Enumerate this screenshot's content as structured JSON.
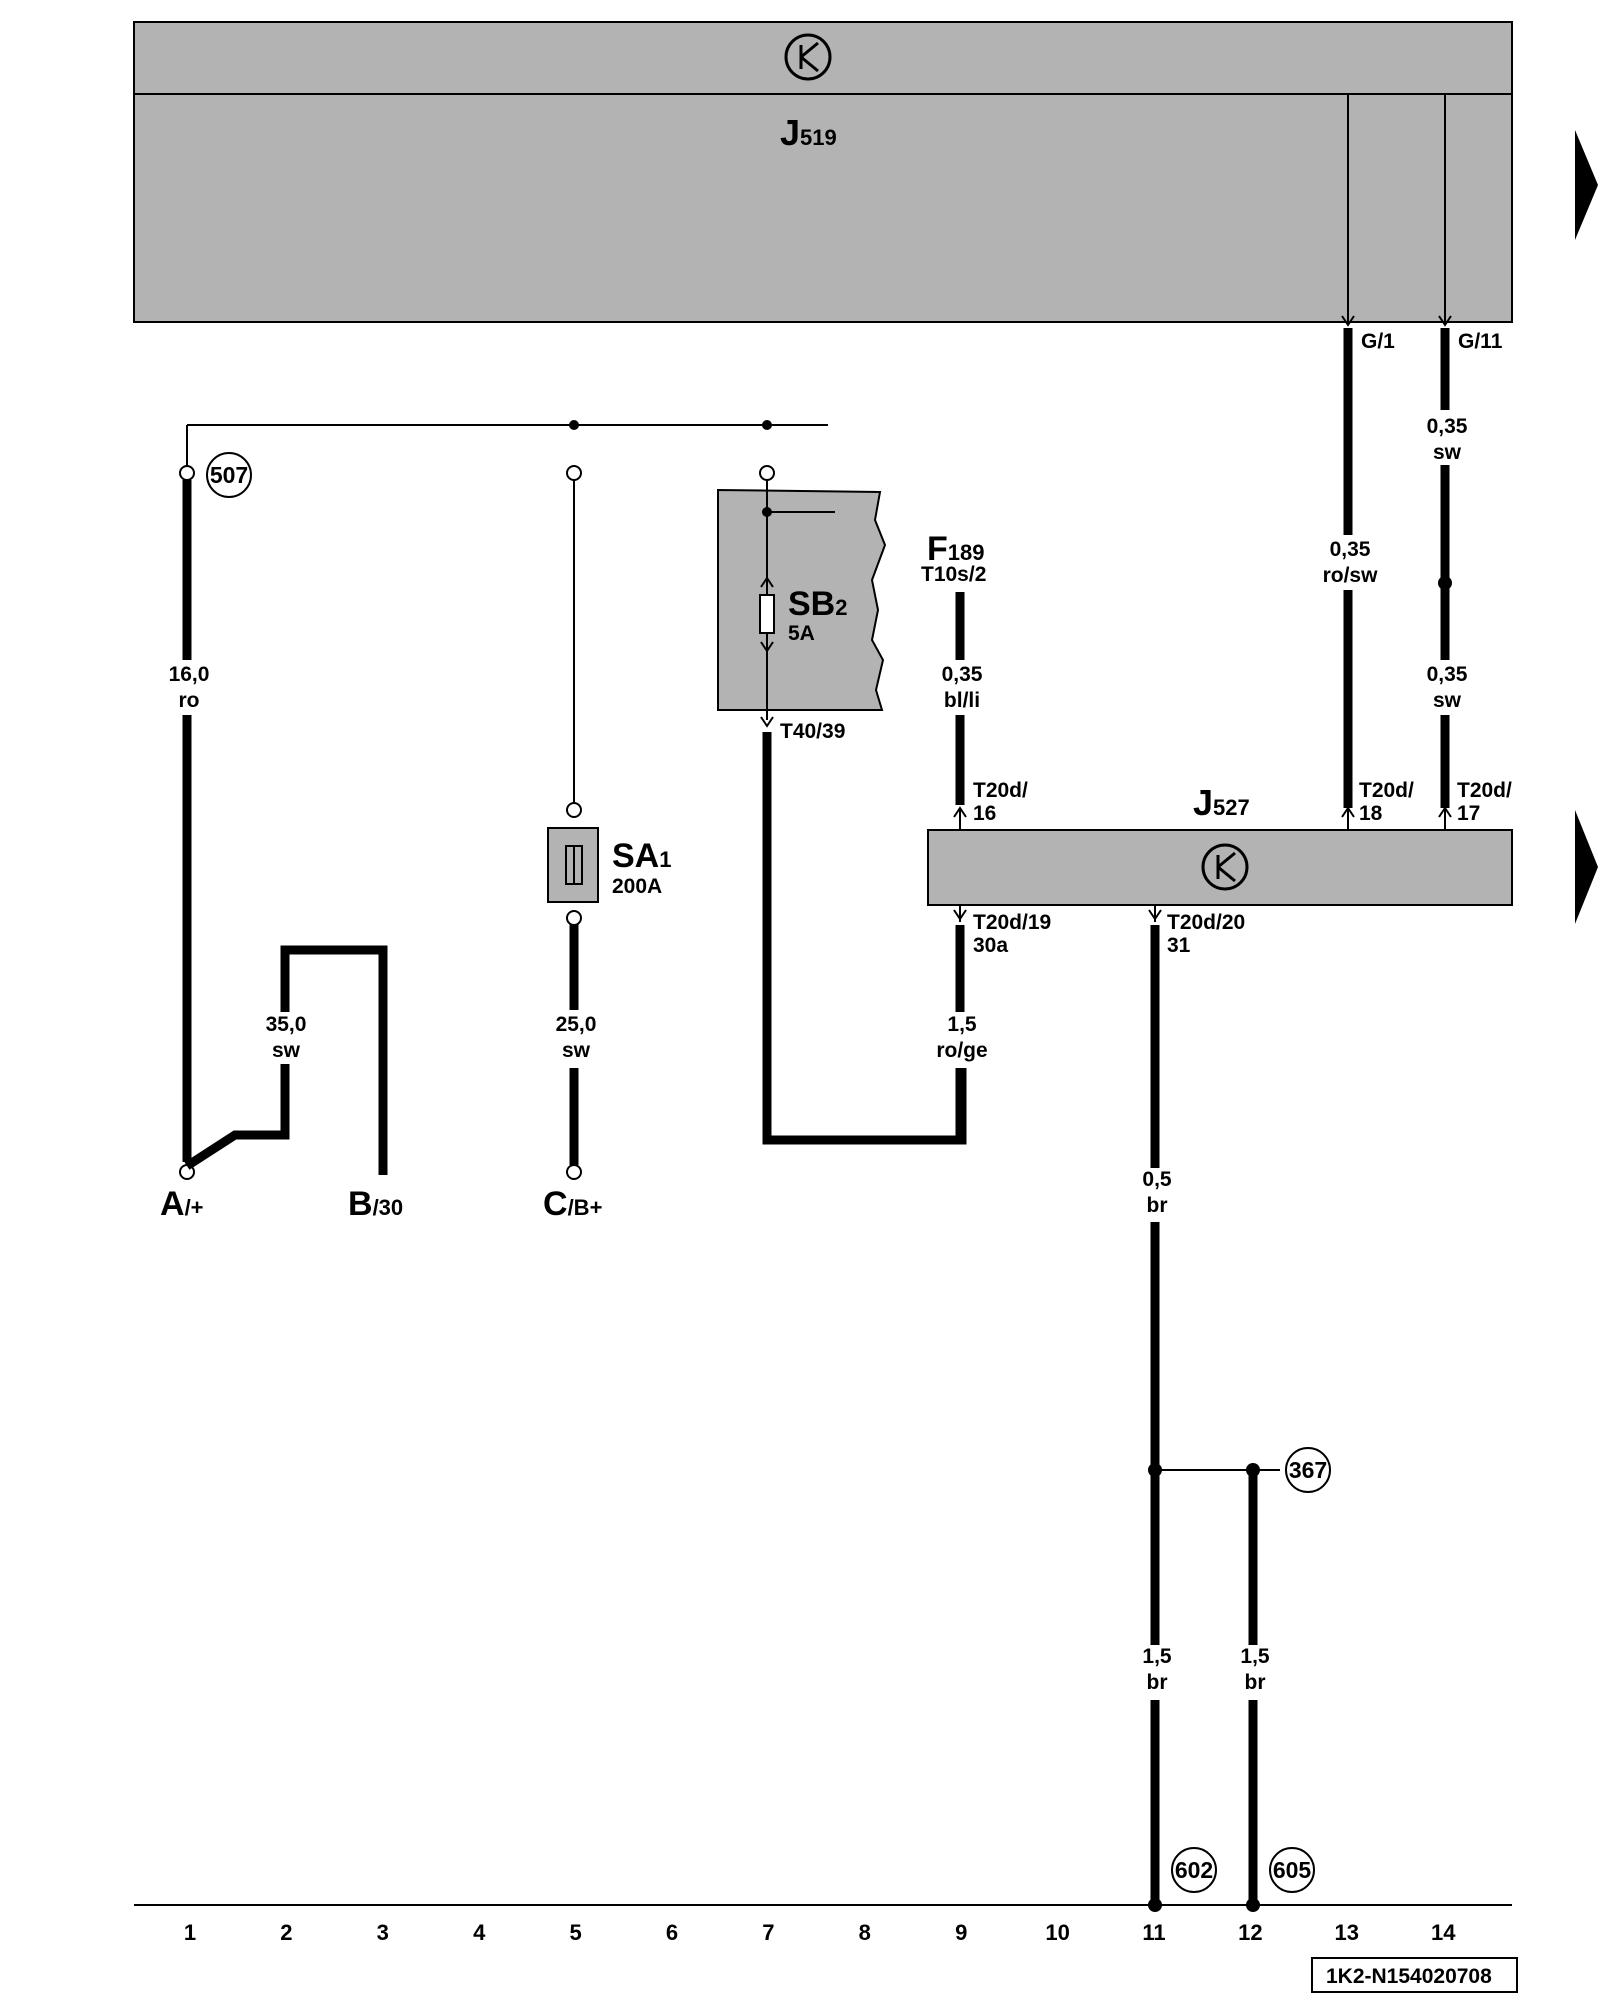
{
  "title": "",
  "colors": {
    "module_fill": "#b3b3b3",
    "line": "#000000",
    "background": "#ffffff"
  },
  "components": {
    "j519": {
      "name": "J",
      "sub": "519",
      "icon": "transistor-icon"
    },
    "j527": {
      "name": "J",
      "sub": "527",
      "icon": "transistor-icon"
    },
    "sa1": {
      "name": "SA",
      "sub": "1",
      "rating": "200A"
    },
    "sb2": {
      "name": "SB",
      "sub": "2",
      "rating": "5A"
    },
    "f189": {
      "name": "F",
      "sub": "189",
      "connector": "T10s/2"
    }
  },
  "pins": {
    "g1": "G/1",
    "g11": "G/11",
    "t40_39": "T40/39",
    "t20d_16": [
      "T20d/",
      "16"
    ],
    "t20d_18": [
      "T20d/",
      "18"
    ],
    "t20d_17": [
      "T20d/",
      "17"
    ],
    "t20d_19": [
      "T20d/19",
      "30a"
    ],
    "t20d_20": [
      "T20d/20",
      "31"
    ]
  },
  "wires": {
    "w1": [
      "16,0",
      "ro"
    ],
    "w2": [
      "35,0",
      "sw"
    ],
    "w5": [
      "25,0",
      "sw"
    ],
    "w9a": [
      "0,35",
      "bl/li"
    ],
    "w9b": [
      "1,5",
      "ro/ge"
    ],
    "w11a": [
      "0,5",
      "br"
    ],
    "w11b": [
      "1,5",
      "br"
    ],
    "w12": [
      "1,5",
      "br"
    ],
    "w13": [
      "0,35",
      "ro/sw"
    ],
    "w14a": [
      "0,35",
      "sw"
    ],
    "w14b": [
      "0,35",
      "sw"
    ]
  },
  "terminals": {
    "a": {
      "name": "A",
      "sub": "/+"
    },
    "b": {
      "name": "B",
      "sub": "/30"
    },
    "c": {
      "name": "C",
      "sub": "/B+"
    }
  },
  "circles": {
    "c507": "507",
    "c367": "367",
    "c602": "602",
    "c605": "605"
  },
  "columns": [
    "1",
    "2",
    "3",
    "4",
    "5",
    "6",
    "7",
    "8",
    "9",
    "10",
    "11",
    "12",
    "13",
    "14"
  ],
  "code": "1K2-N154020708"
}
